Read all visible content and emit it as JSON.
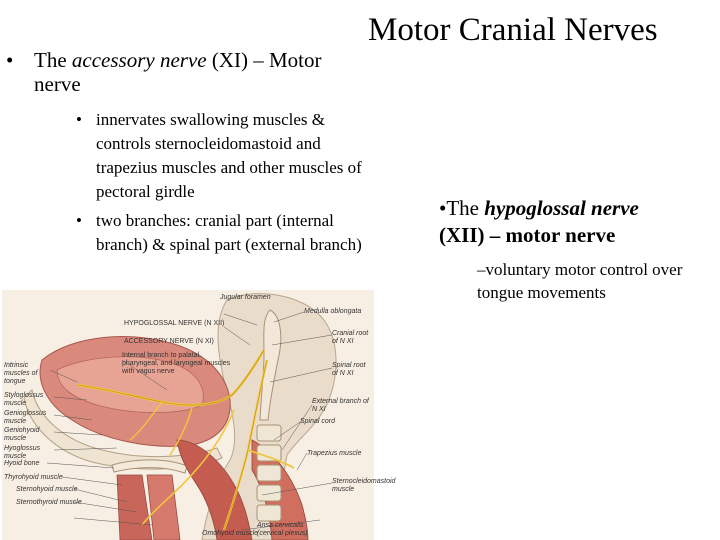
{
  "slide": {
    "title": "Motor Cranial Nerves",
    "left": {
      "bullet": "•",
      "intro": "The ",
      "nerve_name": "accessory nerve",
      "suffix_line1": " (XI) – Motor",
      "suffix_line2": "nerve",
      "subpoints": [
        {
          "bullet": "•",
          "text": "innervates swallowing muscles & controls sternocleidomastoid and trapezius muscles and other muscles of pectoral girdle"
        },
        {
          "bullet": "•",
          "text": "two branches: cranial part (internal branch) & spinal part (external branch)"
        }
      ]
    },
    "right": {
      "bullet": "•",
      "intro": "The ",
      "nerve_name": "hypoglossal nerve",
      "suffix": "(XII) – motor nerve",
      "subpoint": "–voluntary motor control over tongue movements"
    }
  },
  "figure": {
    "labels": {
      "hypoglossal": "HYPOGLOSSAL NERVE (N XII)",
      "accessory": "ACCESSORY NERVE (N XI)",
      "internal_branch": "Internal branch to palatal, pharyngeal, and laryngeal muscles with vagus nerve",
      "intrinsic": "Intrinsic muscles of tongue",
      "styloglossus": "Styloglossus muscle",
      "genioglossus": "Genioglossus muscle",
      "geniohyoid": "Geniohyoid muscle",
      "hyoglossus": "Hyoglossus muscle",
      "hyoid": "Hyoid bone",
      "thyrohyoid": "Thyrohyoid muscle",
      "sternohyoid": "Sternohyoid muscle",
      "sternothyroid": "Sternothyroid muscle",
      "omohyoid": "Omohyoid muscle",
      "jugular": "Jugular foramen",
      "medulla": "Medulla oblongata",
      "cranial_root": "Cranial root of N XI",
      "spinal_root": "Spinal root of N XI",
      "external_branch": "External branch of N XI",
      "spinal_cord": "Spinal cord",
      "trapezius": "Trapezius muscle",
      "scm": "Sternocleidomastoid muscle",
      "ansa": "Ansa cervicalis (cervical plexus)"
    }
  }
}
